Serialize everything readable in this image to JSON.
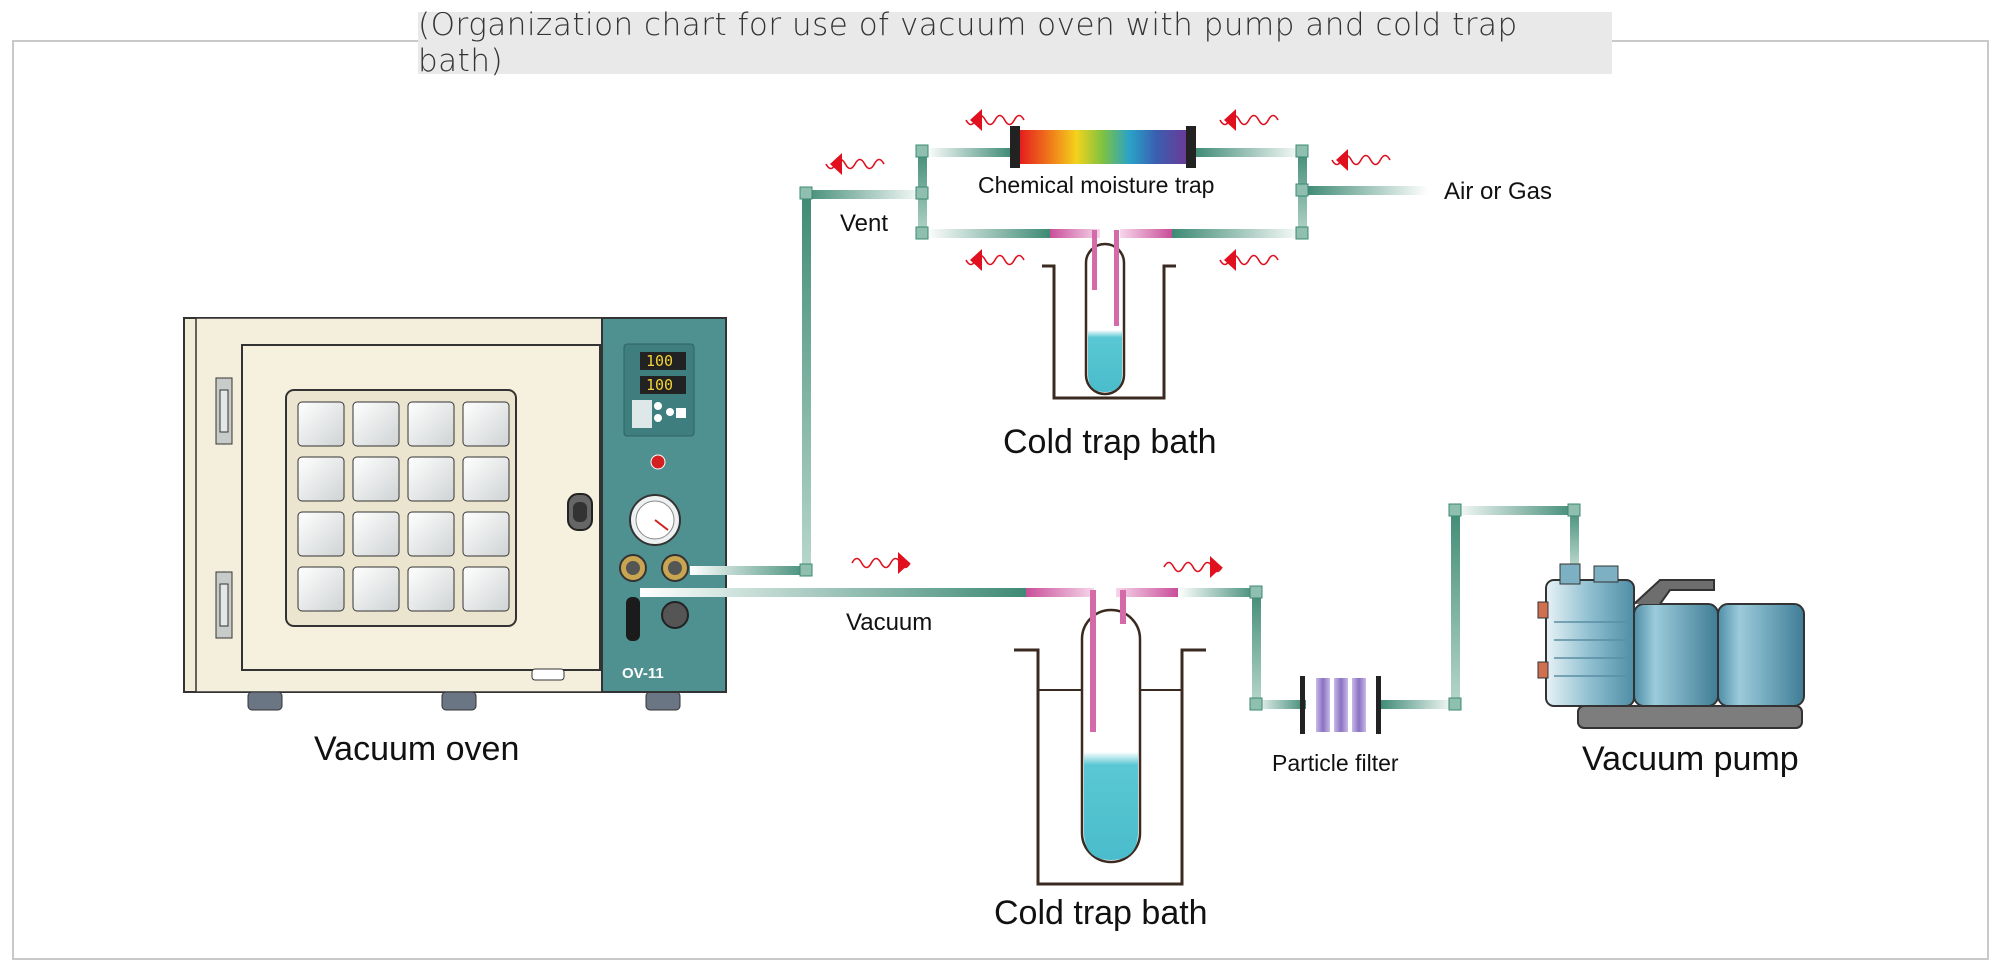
{
  "title": "(Organization chart for use of vacuum oven with pump and cold trap bath)",
  "labels": {
    "vacuum_oven": "Vacuum oven",
    "vacuum_pump": "Vacuum pump",
    "cold_trap_top": "Cold trap bath",
    "cold_trap_bottom": "Cold trap bath",
    "chemical_trap": "Chemical moisture trap",
    "vent": "Vent",
    "air_gas": "Air or Gas",
    "vacuum": "Vacuum",
    "particle_filter": "Particle filter"
  },
  "oven": {
    "model": "OV-11",
    "display_top": "100",
    "display_bottom": "100"
  },
  "colors": {
    "oven_body": "#f2edd9",
    "oven_panel": "#4f9190",
    "tube": "#5f9a86",
    "pink_tube": "#e08cc0",
    "liquid": "#5ac8d4",
    "flow_arrow": "#e0101e",
    "pump": "#5b9ab0",
    "title_bg": "#e9e9e9"
  },
  "icons": {
    "flow": "wavy-arrow-icon",
    "gauge": "pressure-gauge-icon",
    "hinge": "hinge-icon"
  }
}
